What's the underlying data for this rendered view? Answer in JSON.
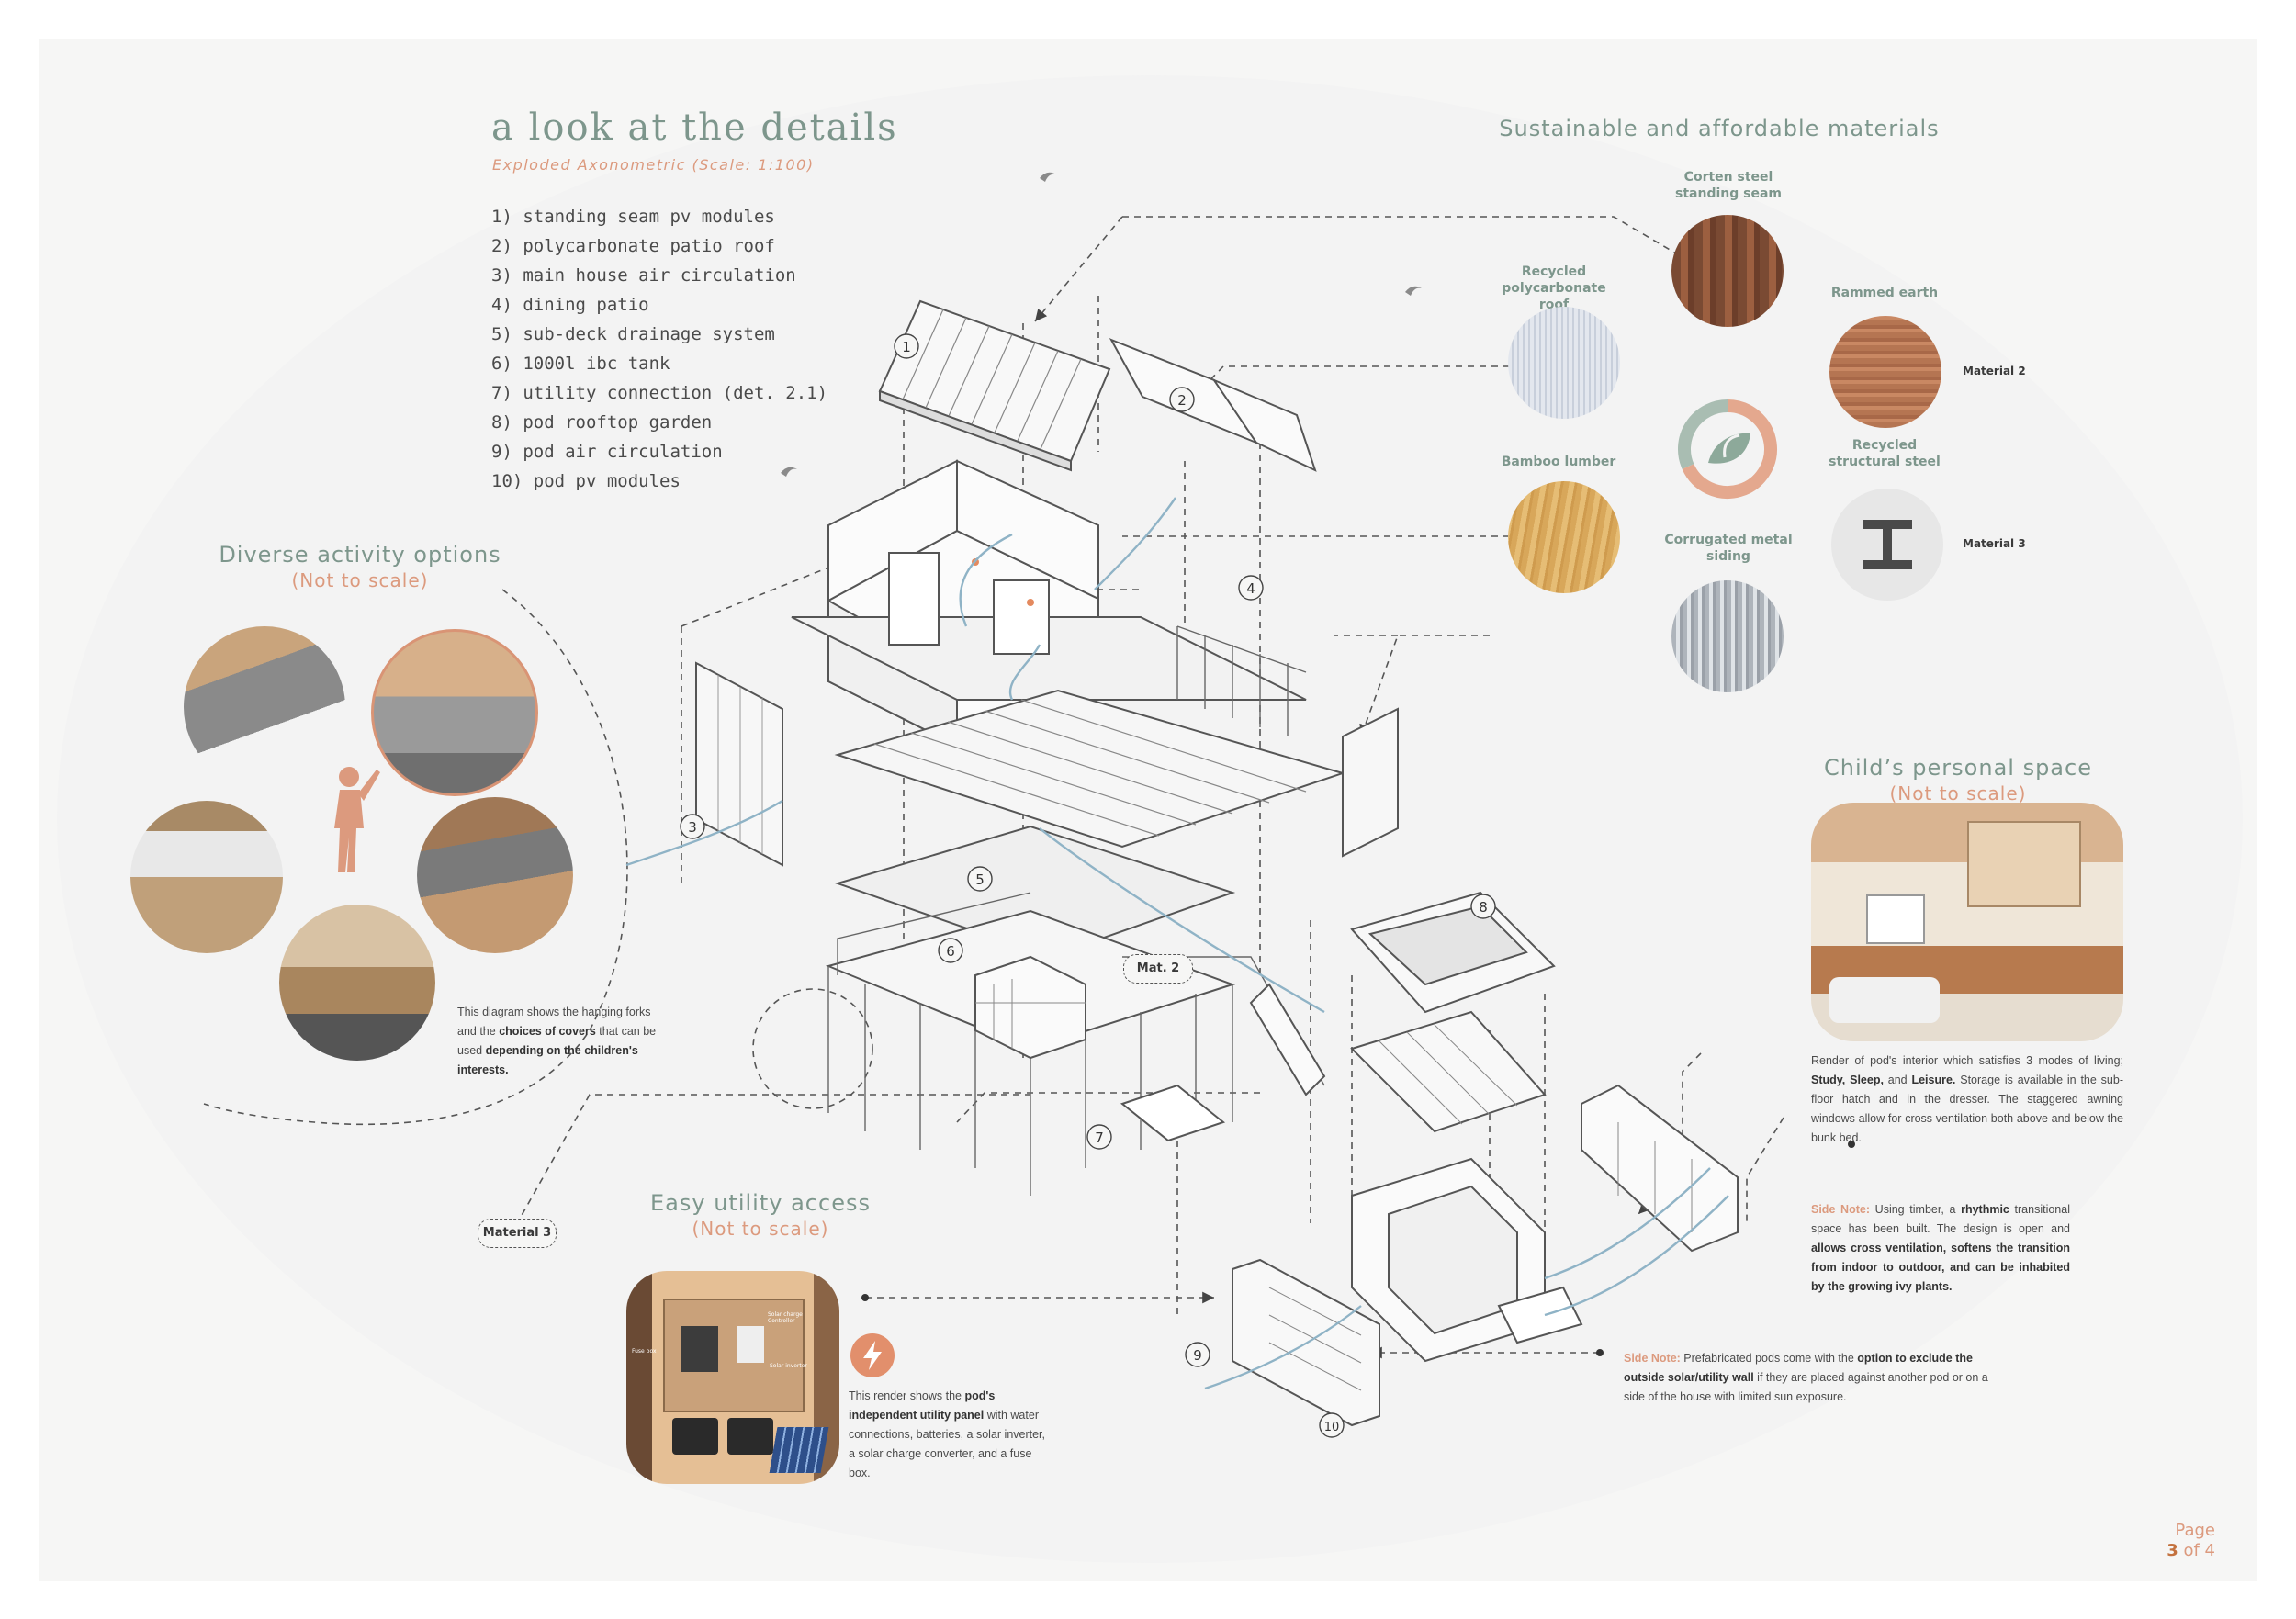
{
  "header": {
    "title": "a look at the details",
    "subtitle": "Exploded Axonometric (Scale: 1:100)"
  },
  "legend": [
    "1) standing seam pv modules",
    "2) polycarbonate patio roof",
    "3) main house air circulation",
    "4) dining patio",
    "5) sub-deck drainage system",
    "6) 1000l ibc tank",
    "7) utility connection (det. 2.1)",
    "8) pod rooftop garden",
    "9) pod air circulation",
    "10) pod pv modules"
  ],
  "materials": {
    "title": "Sustainable and affordable materials",
    "corten": "Corten steel standing seam",
    "polycarbonate": "Recycled polycarbonate roof",
    "rammed_earth": "Rammed earth",
    "material2": "Material 2",
    "bamboo": "Bamboo lumber",
    "structural_steel": "Recycled structural steel",
    "material3": "Material 3",
    "corrugated": "Corrugated metal siding"
  },
  "activity": {
    "title": "Diverse activity options",
    "note": "(Not to scale)",
    "caption_pre": "This diagram shows the hanging forks and the ",
    "caption_b1": "choices of covers",
    "caption_mid": " that can be used ",
    "caption_b2": "depending on the children's interests."
  },
  "child": {
    "title": "Child’s personal space",
    "note": "(Not to scale)",
    "caption_pre": "Render of pod's interior which satisfies 3 modes of living; ",
    "caption_b1": "Study, Sleep,",
    "caption_and": " and ",
    "caption_b2": "Leisure.",
    "caption_post": " Storage is available in the sub-floor hatch and in the dresser. The staggered awning windows allow for cross ventilation both above and below the bunk bed."
  },
  "side_note1": {
    "key": "Side Note:",
    "t1": " Using timber, a ",
    "b1": "rhythmic",
    "t2": " transitional space has been built. The design is open and ",
    "b2": "allows cross ventilation, softens the transition from indoor to outdoor, and can be inhabited by the growing ivy plants."
  },
  "side_note2": {
    "key": "Side Note:",
    "t1": " Prefabricated pods come with the ",
    "b1": "option to exclude the outside solar/utility wall",
    "t2": " if they are placed against another pod or on a side of the house with limited sun exposure."
  },
  "utility": {
    "title": "Easy utility access",
    "note": "(Not to scale)",
    "caption_pre": "This render shows the ",
    "caption_b1": "pod's independent utility panel",
    "caption_post": " with water connections, batteries, a solar inverter, a solar charge converter, and a fuse box.",
    "render_labels": [
      "Solar charge Controller",
      "Solar inverter",
      "Fuse box"
    ]
  },
  "tags": {
    "mat2": "Mat. 2",
    "material3": "Material 3"
  },
  "numbers": [
    "1",
    "2",
    "3",
    "4",
    "5",
    "6",
    "7",
    "8",
    "9",
    "10"
  ],
  "page": {
    "label": "Page",
    "current": "3",
    "of": "of 4"
  },
  "colors": {
    "sage": "#7d968c",
    "terracotta": "#dc9a7e",
    "line": "#555555"
  }
}
